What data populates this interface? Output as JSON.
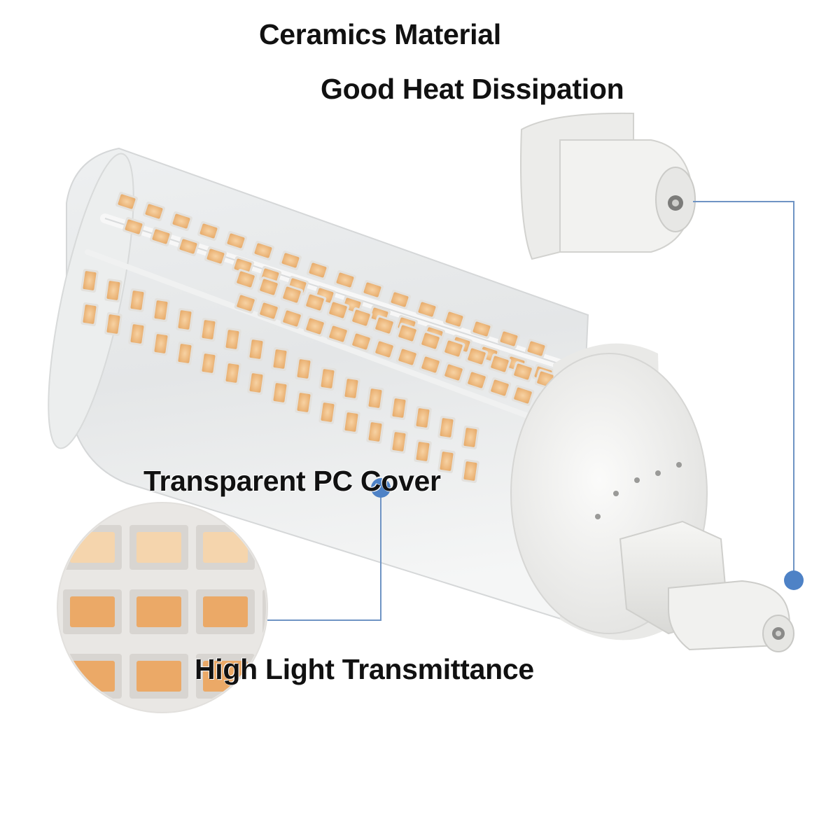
{
  "captions": {
    "ceramics_material": "Ceramics Material",
    "good_heat_dissipation": "Good Heat Dissipation",
    "transparent_pc_cover": "Transparent PC Cover",
    "high_light_transmittance": "High Light Transmittance"
  },
  "colors": {
    "callout_line": "#6f94c4",
    "callout_dot": "#4e82c6",
    "led_chip": "#f2c48f",
    "led_frame": "#e8e6e2",
    "ceramic": "#f3f3f1"
  }
}
